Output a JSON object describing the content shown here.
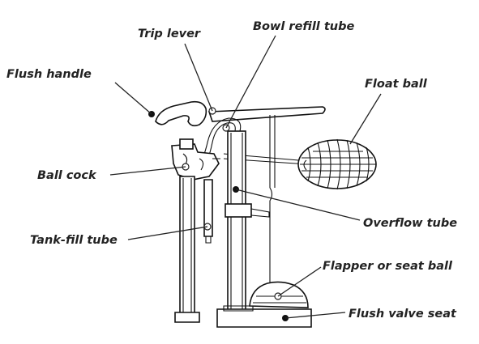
{
  "labels": {
    "trip_lever": "Trip lever",
    "bowl_refill_tube": "Bowl refill tube",
    "flush_handle": "Flush handle",
    "float_ball": "Float ball",
    "ball_cock": "Ball cock",
    "overflow_tube": "Overflow tube",
    "tank_fill_tube": "Tank-fill tube",
    "flapper_or_seat_ball": "Flapper or seat ball",
    "flush_valve_seat": "Flush valve seat"
  },
  "icons": [
    "toilet-tank-mechanism-illustration"
  ],
  "colors": {
    "ink": "#222222",
    "background": "#ffffff"
  }
}
